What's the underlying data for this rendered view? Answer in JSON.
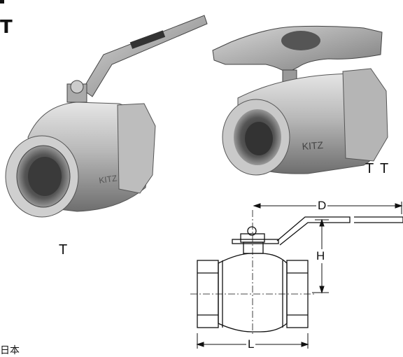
{
  "title_fragment": "T",
  "labels": {
    "lever_valve": "T",
    "tee_handle_valve": "T T"
  },
  "drawing": {
    "dim_d": "D",
    "dim_h": "H",
    "dim_l": "L"
  },
  "footer_fragment": "日本"
}
